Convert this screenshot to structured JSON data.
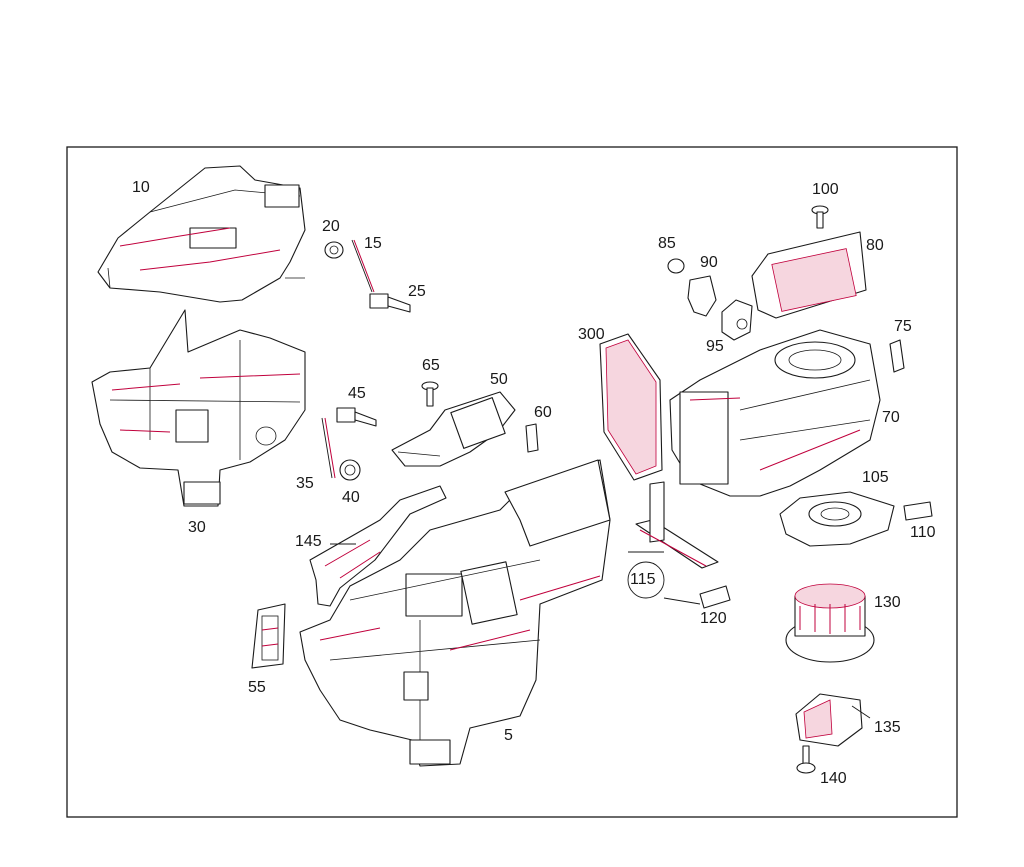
{
  "parts": [
    {
      "id": "10",
      "label": "10"
    },
    {
      "id": "15",
      "label": "15"
    },
    {
      "id": "20",
      "label": "20"
    },
    {
      "id": "25",
      "label": "25"
    },
    {
      "id": "30",
      "label": "30"
    },
    {
      "id": "35",
      "label": "35"
    },
    {
      "id": "40",
      "label": "40"
    },
    {
      "id": "45",
      "label": "45"
    },
    {
      "id": "50",
      "label": "50"
    },
    {
      "id": "55",
      "label": "55"
    },
    {
      "id": "60",
      "label": "60"
    },
    {
      "id": "65",
      "label": "65"
    },
    {
      "id": "5",
      "label": "5"
    },
    {
      "id": "70",
      "label": "70"
    },
    {
      "id": "75",
      "label": "75"
    },
    {
      "id": "80",
      "label": "80"
    },
    {
      "id": "85",
      "label": "85"
    },
    {
      "id": "90",
      "label": "90"
    },
    {
      "id": "95",
      "label": "95"
    },
    {
      "id": "100",
      "label": "100"
    },
    {
      "id": "105",
      "label": "105"
    },
    {
      "id": "110",
      "label": "110"
    },
    {
      "id": "115",
      "label": "115"
    },
    {
      "id": "120",
      "label": "120"
    },
    {
      "id": "130",
      "label": "130"
    },
    {
      "id": "135",
      "label": "135"
    },
    {
      "id": "140",
      "label": "140"
    },
    {
      "id": "145",
      "label": "145"
    },
    {
      "id": "300",
      "label": "300"
    }
  ],
  "colors": {
    "line": "#1a1a1a",
    "accent": "#c0003c",
    "background": "#ffffff"
  }
}
